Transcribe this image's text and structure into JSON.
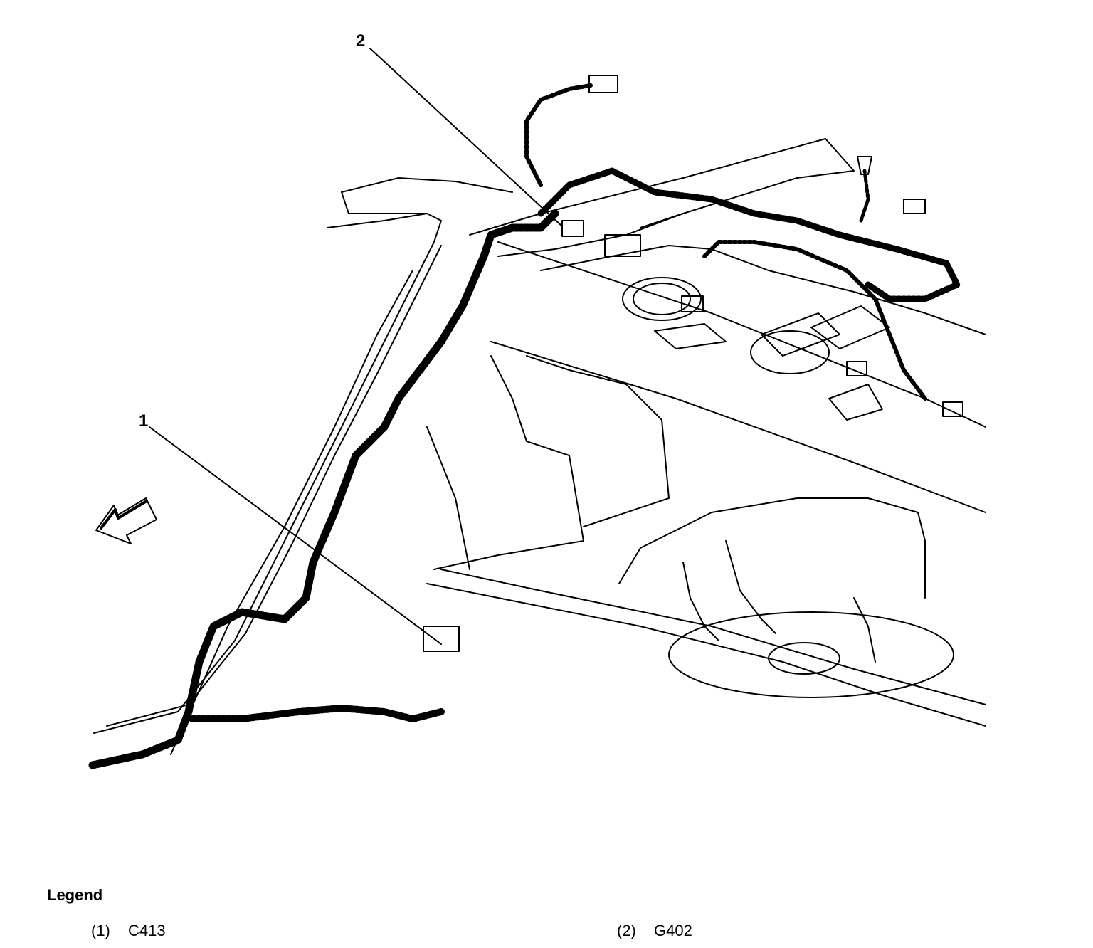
{
  "callouts": [
    {
      "id": "1"
    },
    {
      "id": "2"
    }
  ],
  "legend": {
    "title": "Legend",
    "items": [
      {
        "num": "(1)",
        "label": "C413"
      },
      {
        "num": "(2)",
        "label": "G402"
      }
    ]
  },
  "colors": {
    "line": "#000000",
    "background": "#ffffff"
  },
  "icons": [
    "direction-arrow-icon"
  ]
}
